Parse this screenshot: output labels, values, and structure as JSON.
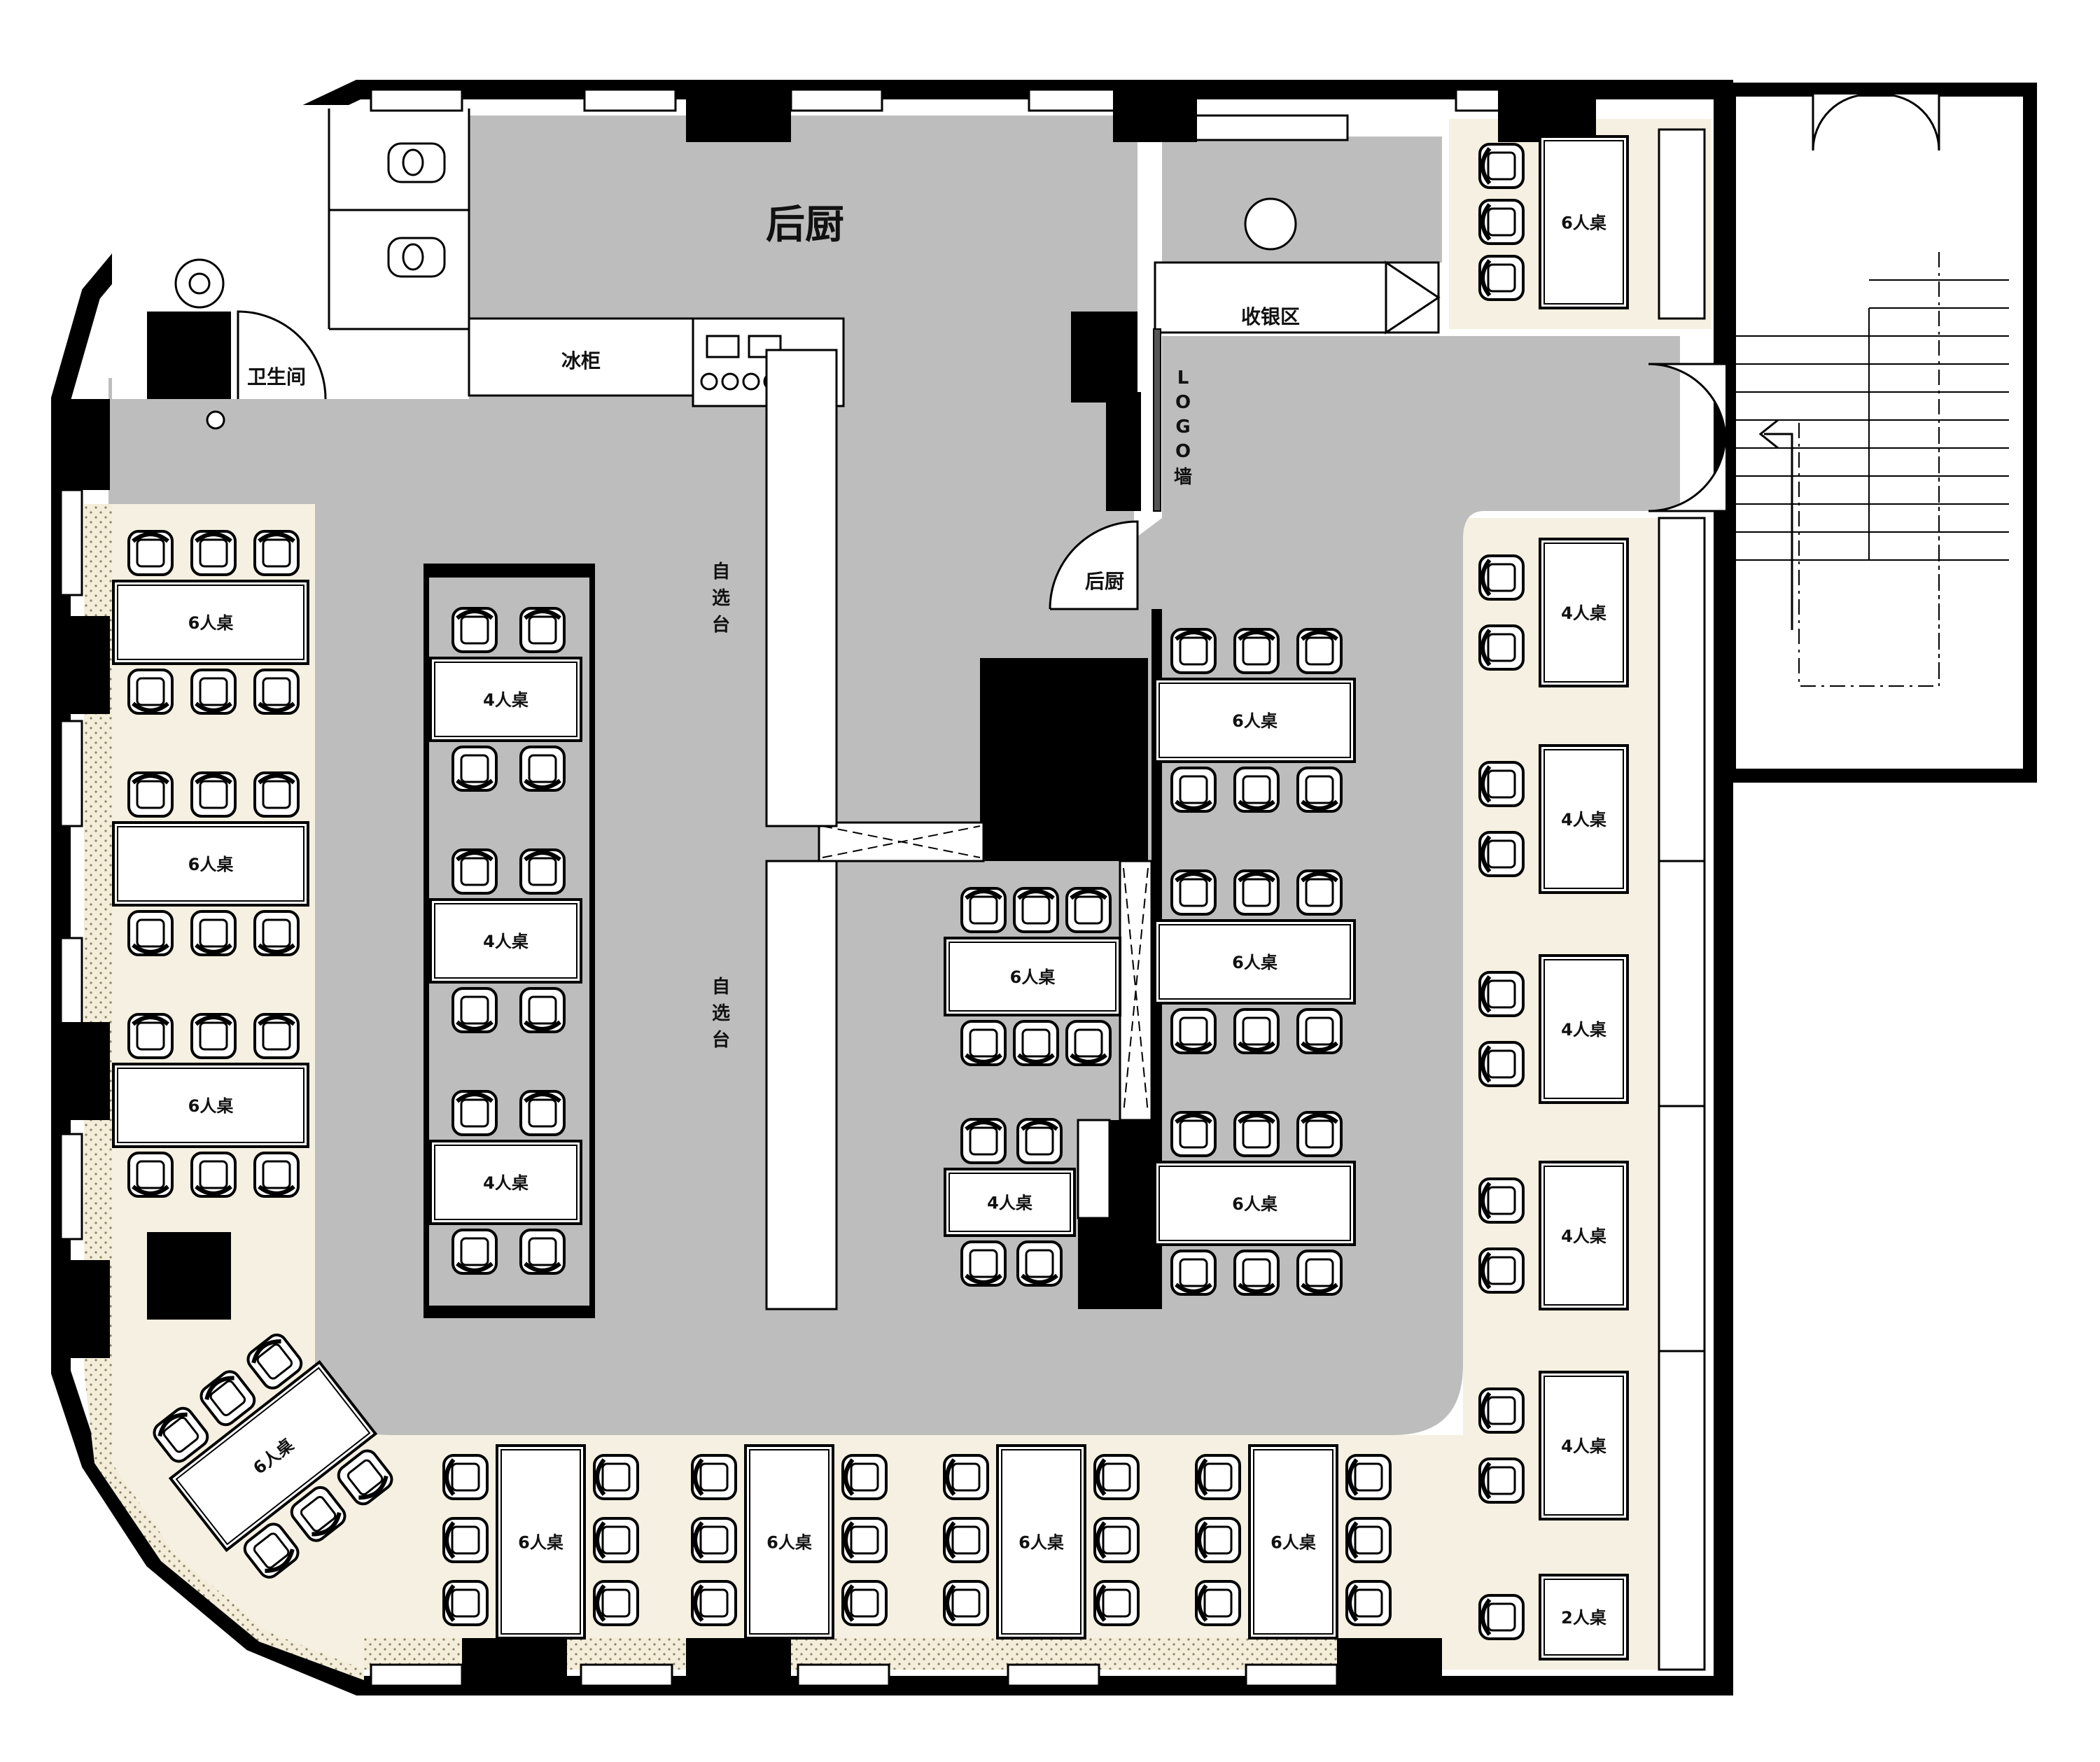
{
  "colors": {
    "floor_gray": "#bdbdbd",
    "dining_cream": "#f5f0e1",
    "wall_black": "#000000",
    "furniture_white": "#ffffff",
    "planter_dots": "#e9e2cc"
  },
  "labels": {
    "kitchen_main": "后厨",
    "kitchen_door": "后厨",
    "restroom": "卫生间",
    "fridge": "冰柜",
    "cashier": "收银区",
    "logo_wall": [
      "L",
      "O",
      "G",
      "O",
      "墙"
    ],
    "buffet_upper": [
      "自",
      "选",
      "台"
    ],
    "buffet_lower": [
      "自",
      "选",
      "台"
    ]
  },
  "tables": {
    "six": "6人桌",
    "four": "4人桌",
    "two": "2人桌"
  },
  "icons": [
    "toilet-icon",
    "sink-icon",
    "door-swing-icon",
    "stair-arrow-icon",
    "chair-icon"
  ]
}
